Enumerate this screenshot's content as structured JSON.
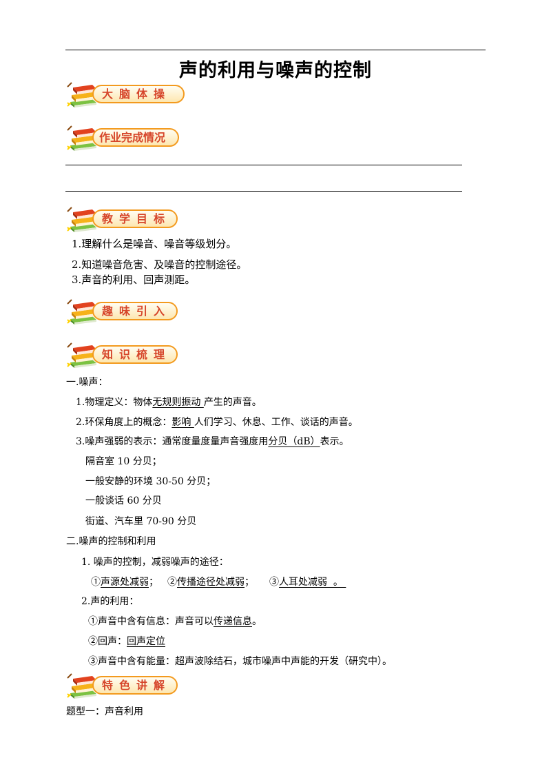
{
  "title": "声的利用与噪声的控制",
  "sections": {
    "brain": "大脑体操",
    "homework": "作业完成情况",
    "goals": "教学目标",
    "intro": "趣味引入",
    "knowledge": "知识梳理",
    "special": "特色讲解"
  },
  "goals": [
    "1.理解什么是噪音、噪音等级划分。",
    "2.知道噪音危害、及噪音的控制途径。",
    "3.声音的利用、回声测距。"
  ],
  "knowledge": {
    "h1": "一.噪声：",
    "p1a": "1.物理定义：物体",
    "p1u": "无规则振动 ",
    "p1b": "产生的声音。",
    "p2a": "2.环保角度上的概念：",
    "p2u": "影响 ",
    "p2b": "人们学习、休息、工作、谈话的声音。",
    "p3a": "3.噪声强弱的表示：通常度量度量声音强度用",
    "p3u": "分贝（dB）",
    "p3b": "表示。",
    "levels": [
      "隔音室 10 分贝；",
      "一般安静的环境 30-50 分贝；",
      "一般谈话 60 分贝",
      "街道、汽车里 70-90 分贝"
    ],
    "h2": "二.噪声的控制和利用",
    "c1": "1.  噪声的控制，减弱噪声的途径：",
    "w1p": "①",
    "w1": "声源处减弱",
    "w1s": "；",
    "w2p": "②",
    "w2": "传播途径处减弱",
    "w2s": "；",
    "w3p": "③",
    "w3": "人耳处减弱  。 ",
    "c2": "2.声的利用：",
    "u1a": "①声音中含有信息：声音可以",
    "u1u": "传递信息",
    "u1b": "。",
    "u2a": "②回声：",
    "u2u": "回声定位",
    "u3": "③声音中含有能量：超声波除结石，城市噪声中声能的开发（研究中）。"
  },
  "question_type": "题型一：声音利用"
}
